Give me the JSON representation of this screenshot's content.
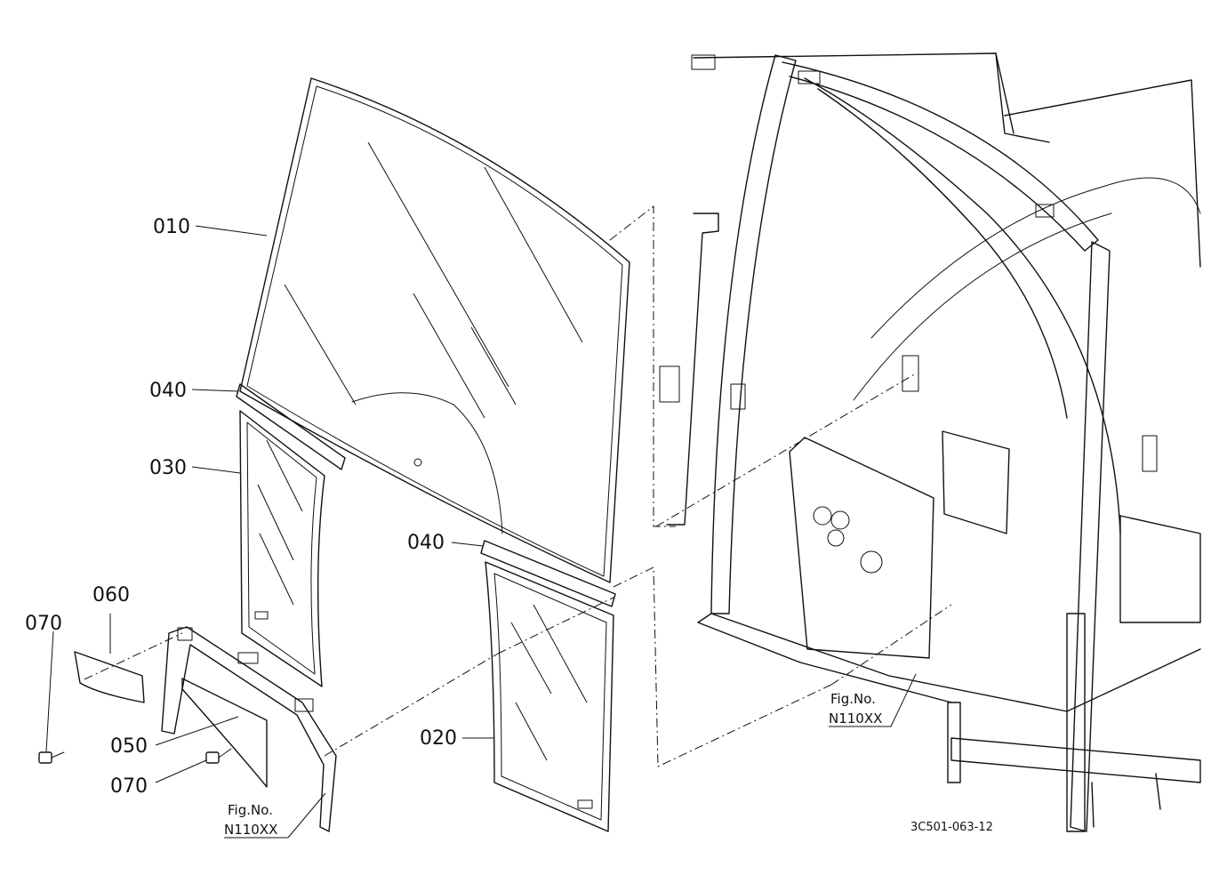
{
  "labels": {
    "p010": "010",
    "p040a": "040",
    "p030": "030",
    "p040b": "040",
    "p060": "060",
    "p070a": "070",
    "p050": "050",
    "p070b": "070",
    "p020": "020"
  },
  "fig_refs": {
    "left": {
      "line1": "Fig.No.",
      "line2": "N110XX"
    },
    "right": {
      "line1": "Fig.No.",
      "line2": "N110XX"
    }
  },
  "drawing_code": "3C501-063-12"
}
